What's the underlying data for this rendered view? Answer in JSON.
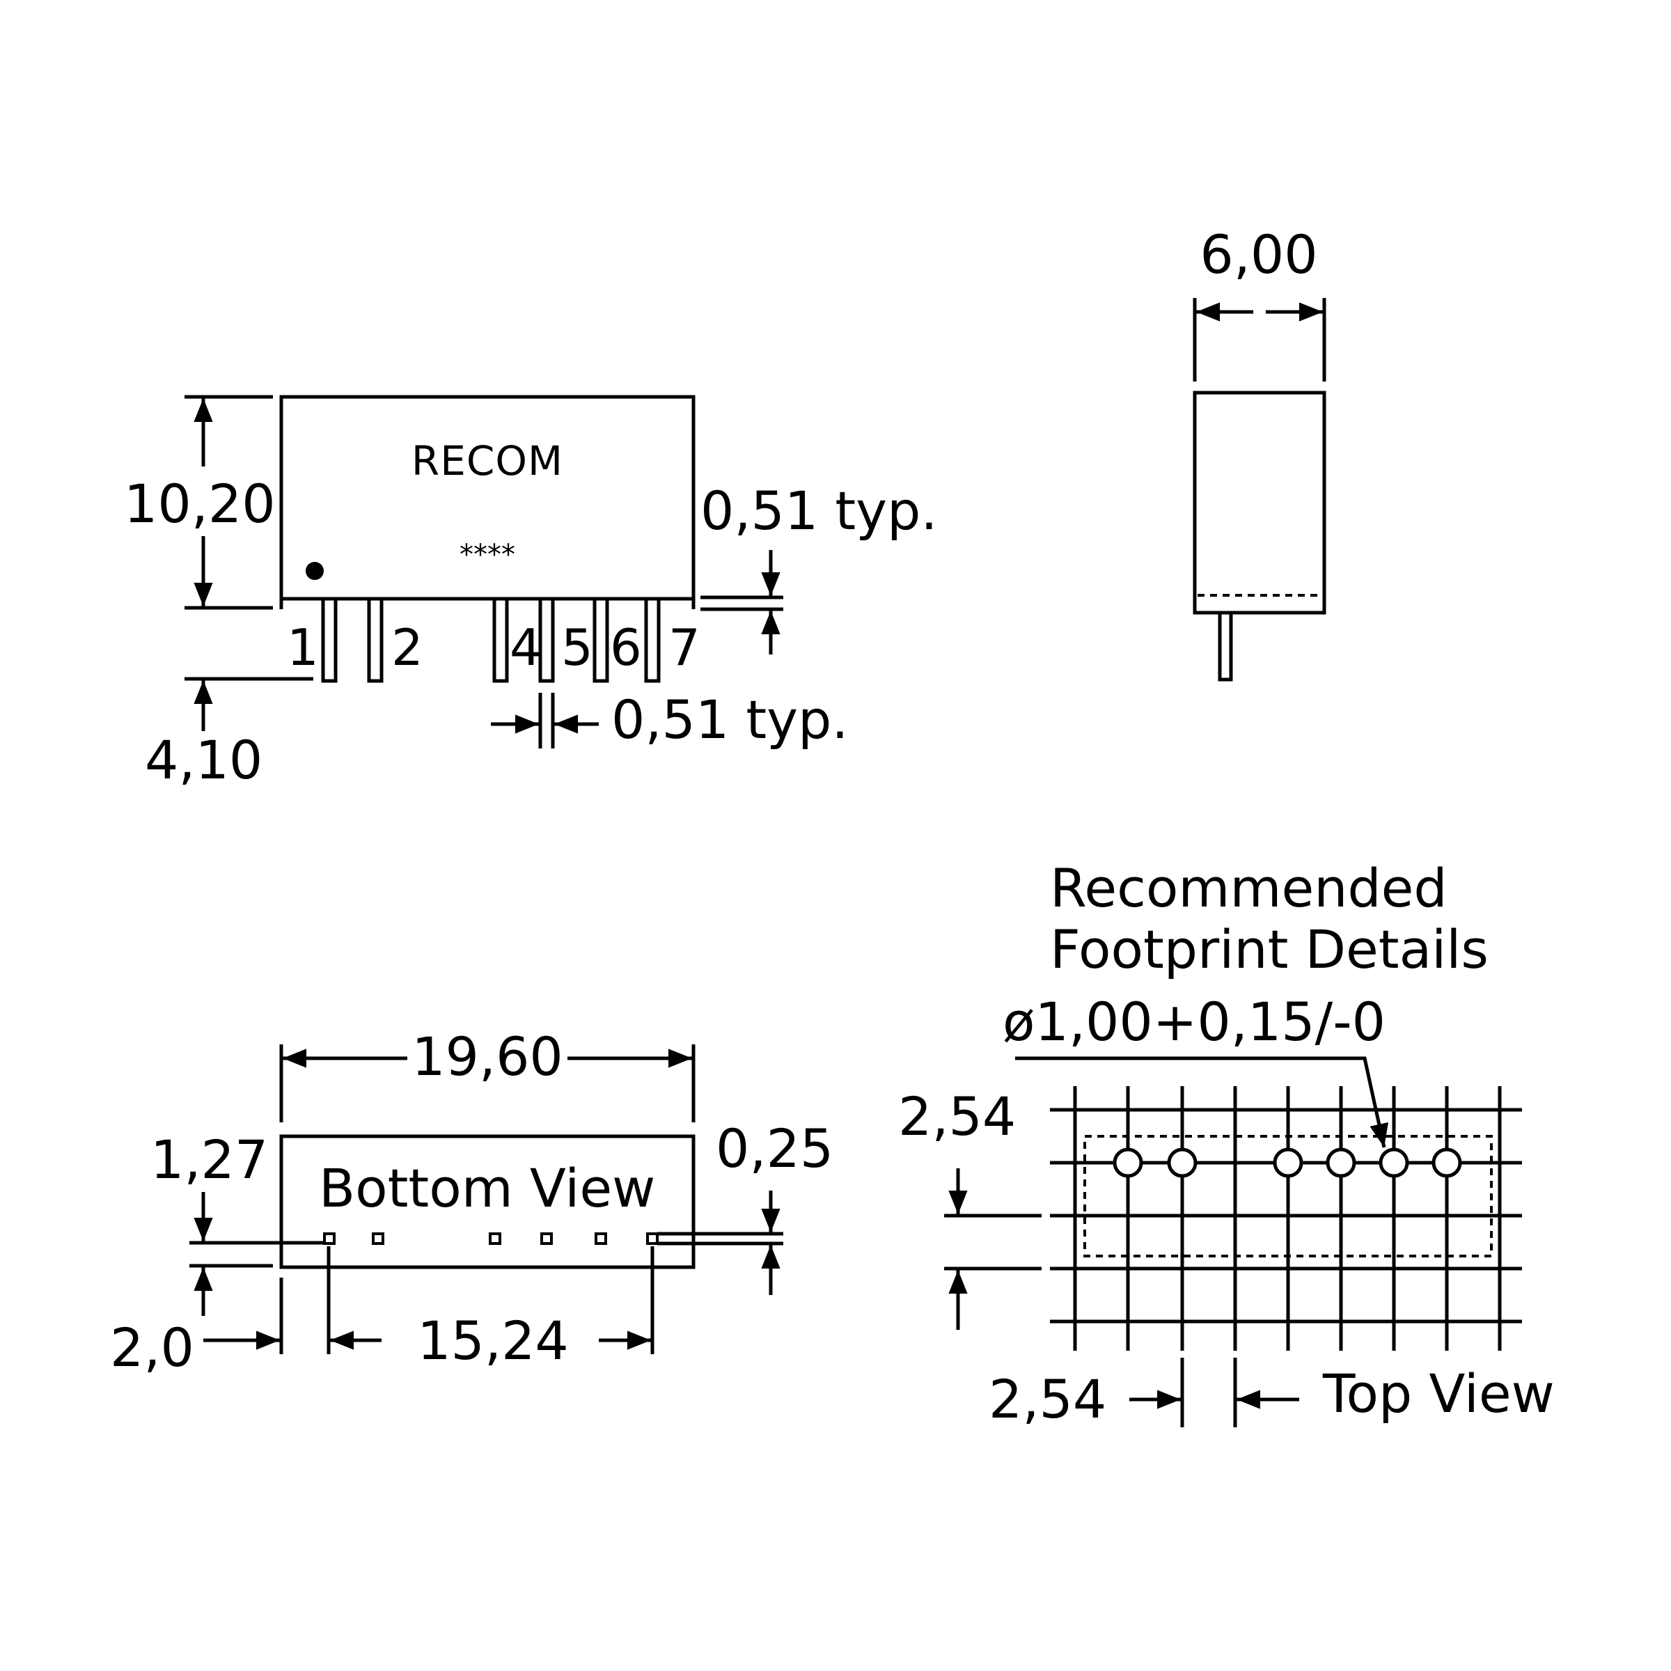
{
  "colors": {
    "line": "#000000",
    "background": "#ffffff"
  },
  "front_view": {
    "brand": "RECOM",
    "marking": "****",
    "pin_labels": [
      "1",
      "2",
      "4",
      "5",
      "6",
      "7"
    ],
    "height": "10,20",
    "pin_length": "4,10",
    "standoff": "0,51 typ.",
    "pin_width": "0,51 typ."
  },
  "side_view": {
    "depth": "6,00"
  },
  "bottom_view": {
    "label": "Bottom View",
    "length": "19,60",
    "pin_row_offset": "1,27",
    "edge_offset": "0,25",
    "pin1_offset": "2,0",
    "pin_span": "15,24"
  },
  "footprint": {
    "title_line1": "Recommended",
    "title_line2": "Footprint Details",
    "hole": "ø1,00+0,15/-0",
    "vertical_pitch": "2,54",
    "horizontal_pitch": "2,54",
    "view_label": "Top View"
  }
}
